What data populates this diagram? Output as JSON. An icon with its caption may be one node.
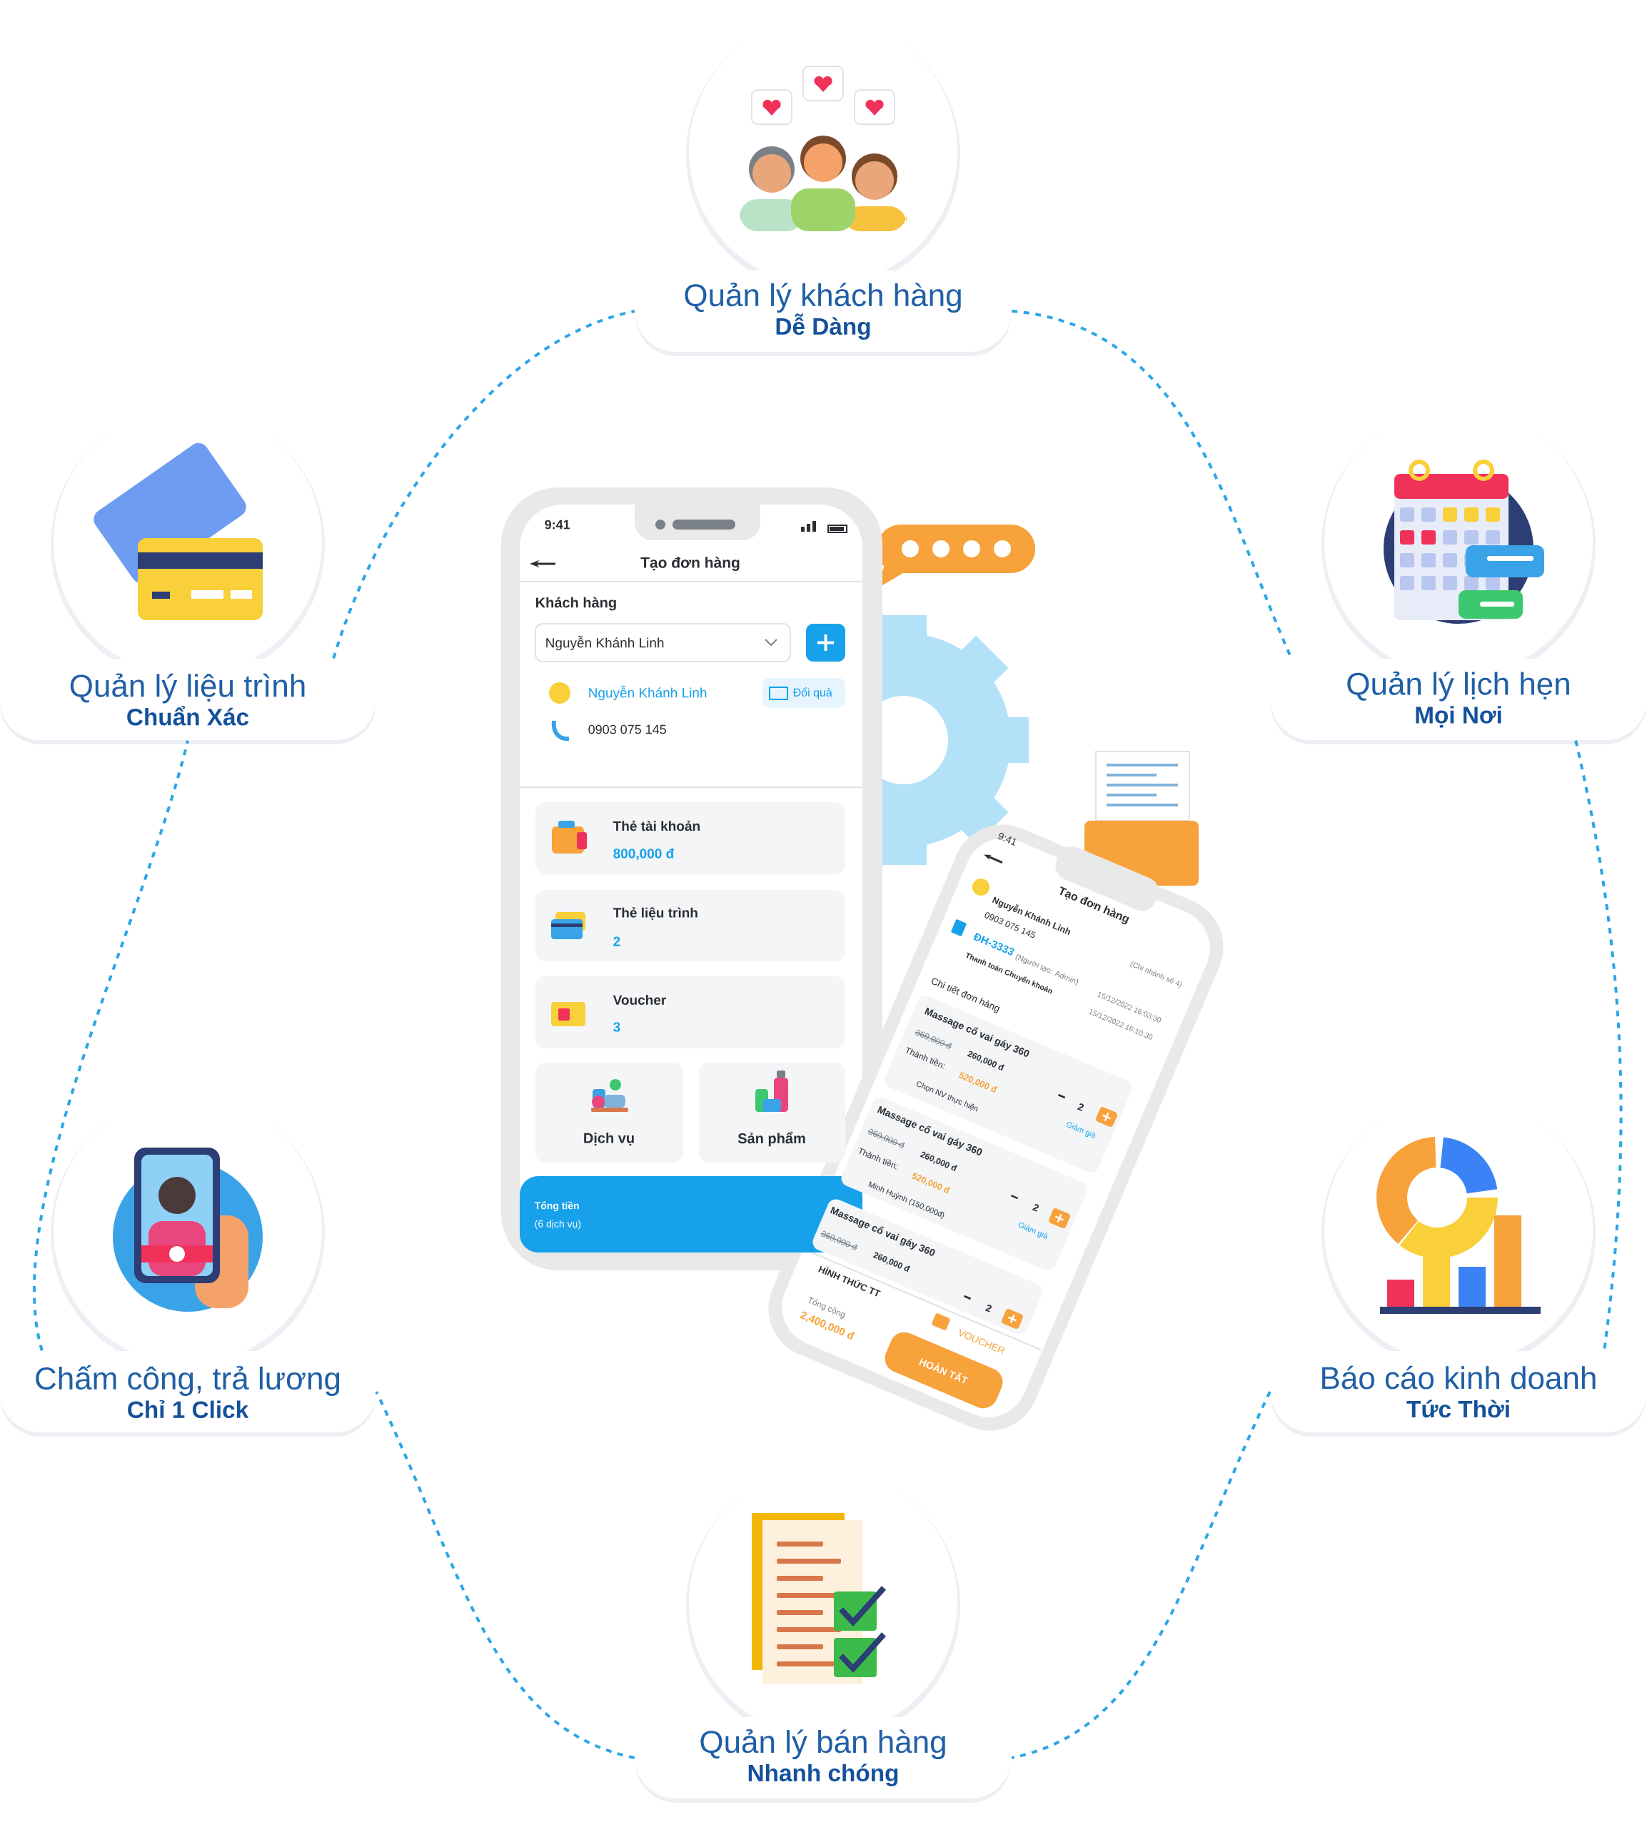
{
  "diagram": {
    "nodes": [
      {
        "text": [
          "Quản lý khách hàng",
          "Dễ Dàng"
        ]
      },
      {
        "text": [
          "Quản lý liệu trình",
          "Chuẩn Xác"
        ]
      },
      {
        "text": [
          "Quản lý lịch hẹn",
          "Mọi Nơi"
        ]
      },
      {
        "text": [
          "Chấm công, trả lương",
          "Chỉ 1 Click"
        ]
      },
      {
        "text": [
          "Báo cáo kinh doanh",
          "Tức Thời"
        ]
      },
      {
        "text": [
          "Quản lý bán hàng",
          "Nhanh chóng"
        ]
      }
    ],
    "edges": [
      {
        "from": 0,
        "to": 2,
        "arrow": "none",
        "style": "dashed"
      },
      {
        "from": 2,
        "to": 4,
        "arrow": "none",
        "style": "dashed"
      },
      {
        "from": 4,
        "to": 5,
        "arrow": "none",
        "style": "dashed"
      },
      {
        "from": 5,
        "to": 3,
        "arrow": "none",
        "style": "dashed"
      },
      {
        "from": 3,
        "to": 1,
        "arrow": "none",
        "style": "dashed"
      },
      {
        "from": 1,
        "to": 0,
        "arrow": "none",
        "style": "dashed"
      }
    ],
    "labels": [
      "9:41",
      "Tạo đơn hàng",
      "Khách hàng",
      "Nguyễn Khánh Linh",
      "Nguyễn Khánh Linh",
      "Đổi quà",
      "0903 075 145",
      "Thẻ tài khoản",
      "800,000 đ",
      "Thẻ liệu trình",
      "2",
      "Voucher",
      "3",
      "Dịch vụ",
      "Sản phẩm",
      "Tổng tiền",
      "(6 dịch vụ)",
      "9:41",
      "Tạo đơn hàng",
      "Nguyễn Khánh Linh",
      "0903 075 145",
      "ĐH-3333",
      "(Người tạo: Admin)",
      "(Chi nhánh số 4)",
      "Thanh toán Chuyển khoản",
      "15/12/2022 16:03:30",
      "15/12/2022 16:10:30",
      "Chi tiết đơn hàng",
      "Massage cổ vai gáy 360",
      "360,000 đ",
      "260,000 đ",
      "Thành tiền:",
      "520,000 đ",
      "Chọn NV thực hiện",
      "2",
      "Giảm giá",
      "Massage cổ vai gáy 360",
      "360,000 đ",
      "260,000 đ",
      "Thành tiền:",
      "520,000 đ",
      "Minh Huỳnh (150,000đ)",
      "2",
      "Giảm giá",
      "Massage cổ vai gáy 360",
      "360,000 đ",
      "260,000 đ",
      "2",
      "HÌNH THỨC TT",
      "Tổng cộng",
      "2,400,000 đ",
      "VOUCHER",
      "HOÀN TẤT"
    ]
  }
}
